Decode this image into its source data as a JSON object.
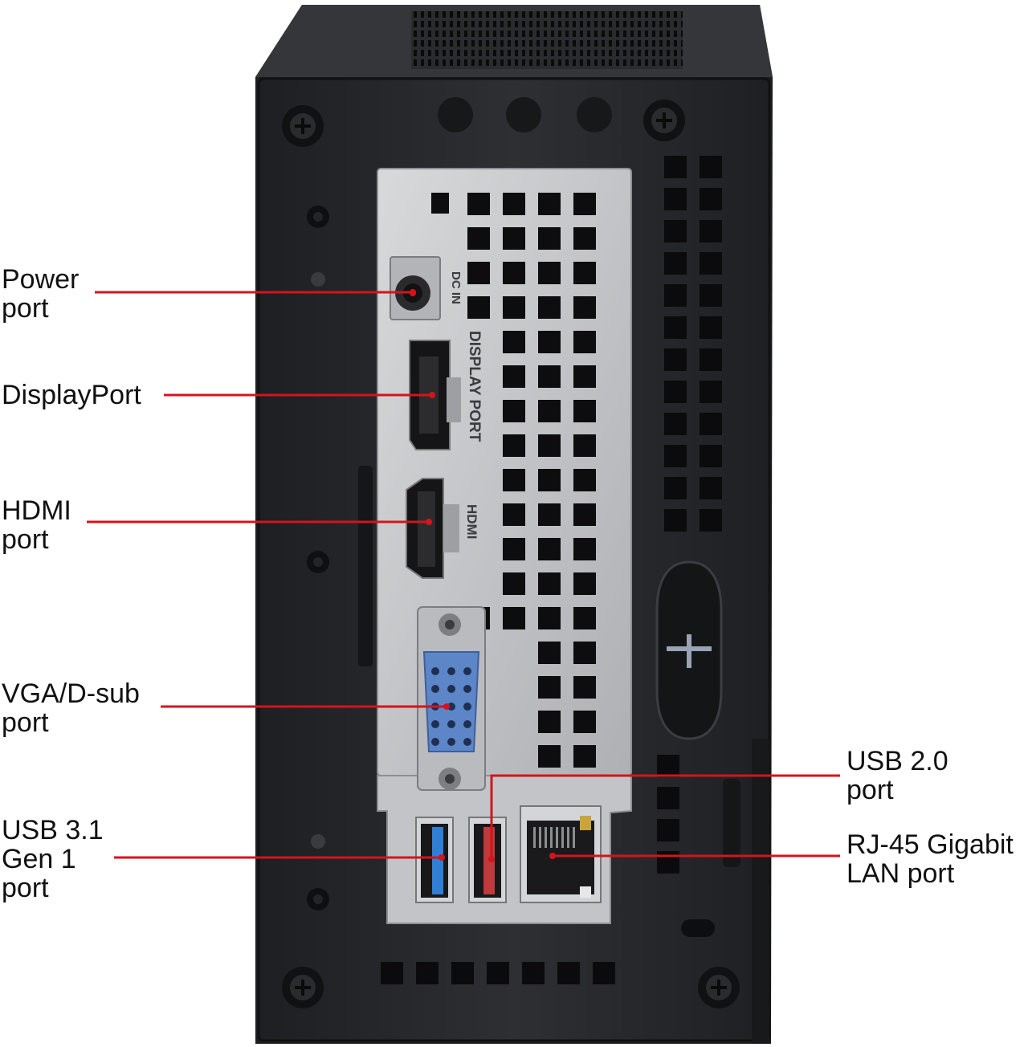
{
  "labels": {
    "power": "Power\nport",
    "displayport": "DisplayPort",
    "hdmi": "HDMI\nport",
    "vga": "VGA/D-sub\nport",
    "usb31": "USB 3.1\nGen 1\nport",
    "usb20": "USB 2.0\nport",
    "rj45": "RJ-45 Gigabit\nLAN port"
  },
  "bracket_text": {
    "dc_in": "DC IN",
    "display_port": "DISPLAY PORT",
    "hdmi": "HDMI"
  },
  "colors": {
    "callout_line": "#d4141c",
    "chassis": "#2b2c2f",
    "io_plate": "#c9cacc",
    "vga_connector": "#5d86c8",
    "usb3_insert": "#2f7fd6",
    "usb2_insert": "#c0393c"
  }
}
